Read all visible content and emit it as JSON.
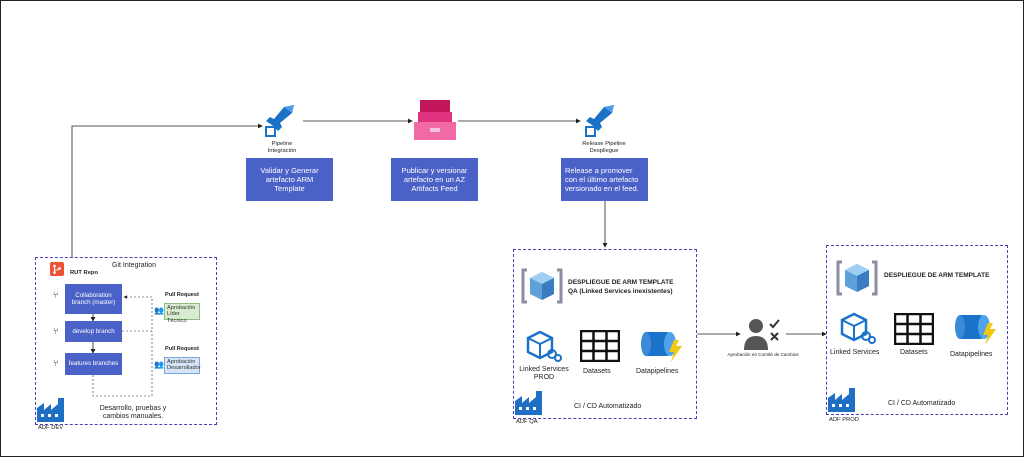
{
  "pipeline": {
    "integration_label": "Pipeline\nIntegración",
    "release_label": "Release Pipeline\nDespliegue",
    "step1": "Validar y Generar artefacto ARM Template",
    "step2": "Publicar y versionar artefacto en un AZ Artifacts Feed",
    "step3": "Release a promover con el último artefacto versionado en el feed."
  },
  "dev": {
    "git_integration": "Git Integration",
    "repo": "RUT Repo",
    "collab": "Collaboration branch (master)",
    "develop": "develop branch",
    "features": "features branches",
    "pull_request_1": "Pull Request",
    "approval_1": "Aprobación Líder Técnico",
    "pull_request_2": "Pull Request",
    "approval_2": "Aprobación Desarrollador",
    "footer": "Desarrollo, pruebas y cambios manuales.",
    "adf_label": "ADF DEV"
  },
  "qa": {
    "title": "DESPLIEGUE DE ARM TEMPLATE",
    "subtitle": "QA (Linked Services inexistentes)",
    "linked": "Linked Services PROD",
    "datasets": "Datasets",
    "datapipelines": "Datapipelines",
    "cicd": "CI / CD Automatizado",
    "adf_label": "ADF QA"
  },
  "approval": {
    "label": "Aprobación en Comité de Cambios"
  },
  "prod": {
    "title": "DESPLIEGUE DE ARM TEMPLATE",
    "linked": "Linked Services",
    "datasets": "Datasets",
    "datapipelines": "Datapipelines",
    "cicd": "CI / CD Automatizado",
    "adf_label": "ADF PROD"
  },
  "colors": {
    "box_blue": "#4a62c8",
    "dash_border": "#4a3fb5",
    "azure_blue": "#1a73c8",
    "artifact_pink": "#e0337f",
    "git_orange": "#f05033"
  }
}
